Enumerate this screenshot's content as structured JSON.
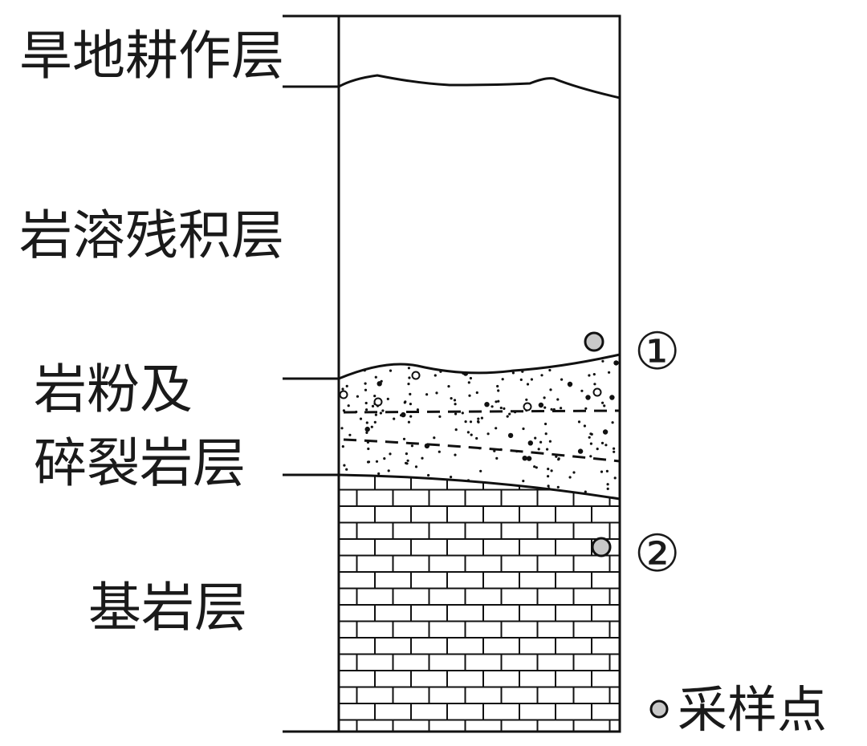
{
  "layers": [
    {
      "id": "farm",
      "label_lines": [
        "旱地耕作层"
      ]
    },
    {
      "id": "residual",
      "label_lines": [
        "岩溶残积层"
      ]
    },
    {
      "id": "powder",
      "label_lines": [
        "岩粉及",
        "碎裂岩层"
      ]
    },
    {
      "id": "bedrock",
      "label_lines": [
        "基岩层"
      ]
    }
  ],
  "sample_points": [
    {
      "marker": "①"
    },
    {
      "marker": "②"
    }
  ],
  "legend": {
    "label": "采样点"
  },
  "colors": {
    "line": "#111111",
    "sample_fill": "#c8c8c8",
    "background": "#ffffff"
  }
}
